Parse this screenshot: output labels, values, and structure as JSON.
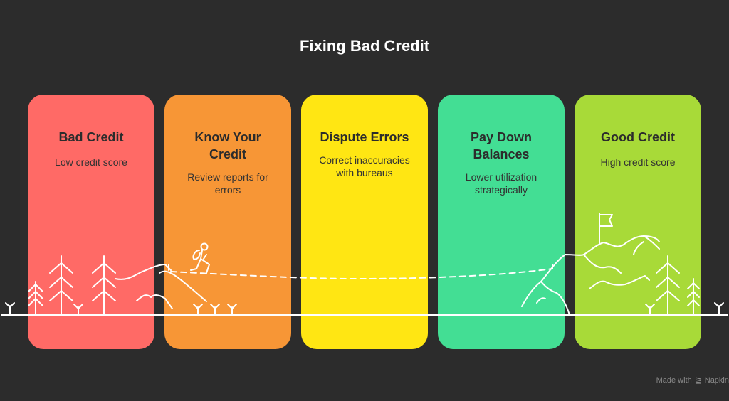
{
  "title": "Fixing Bad Credit",
  "colors": {
    "background": "#2c2c2c",
    "text_dark": "#2c2c2c",
    "line": "#ffffff"
  },
  "steps": [
    {
      "title": "Bad Credit",
      "description": "Low credit score",
      "color": "#ff6a66"
    },
    {
      "title": "Know Your Credit",
      "description": "Review reports for errors",
      "color": "#f79636"
    },
    {
      "title": "Dispute Errors",
      "description": "Correct inaccuracies with bureaus",
      "color": "#ffe613"
    },
    {
      "title": "Pay Down Balances",
      "description": "Lower utilization strategically",
      "color": "#43de94"
    },
    {
      "title": "Good Credit",
      "description": "High credit score",
      "color": "#a8da38"
    }
  ],
  "illustration": {
    "icons": [
      "tree-icon",
      "grass-icon",
      "mountain-icon",
      "hiker-icon",
      "flag-icon",
      "dashed-path"
    ]
  },
  "footer": {
    "made_with": "Made with",
    "brand": "Napkin"
  }
}
